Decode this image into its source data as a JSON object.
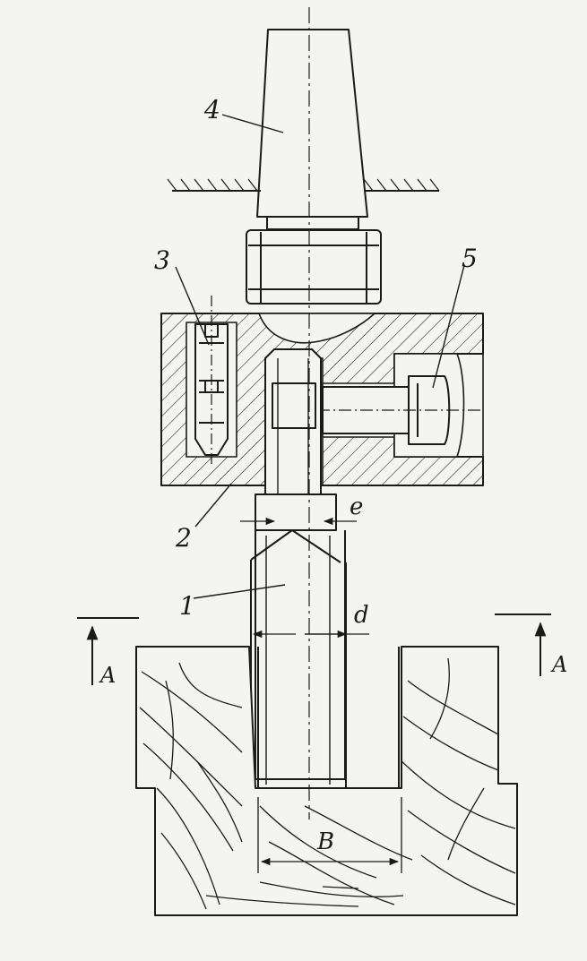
{
  "colors": {
    "ink": "#1a1a1a",
    "paper": "#f4f4f2"
  },
  "labels": {
    "part_4": "4",
    "part_3": "3",
    "part_5": "5",
    "part_2": "2",
    "part_1": "1",
    "dim_e": "e",
    "dim_d": "d",
    "dim_B": "B",
    "section_left": "A",
    "section_right": "A"
  }
}
